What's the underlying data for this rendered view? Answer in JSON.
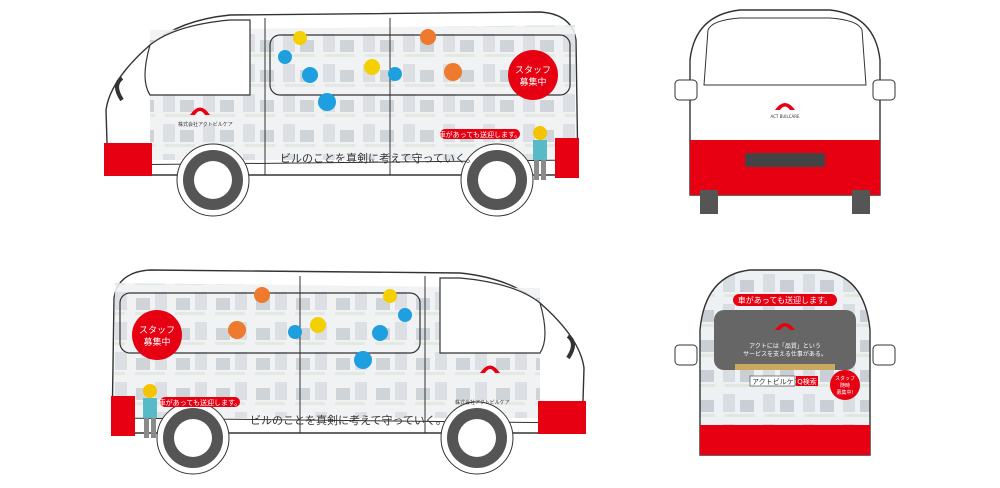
{
  "company_name": "株式会社アクトビルケア",
  "logo_text": "ACT BUILCARE",
  "slogan": "ビルのことを真剣に考えて守っていく。",
  "recruit_badge": [
    "スタッフ",
    "募集中"
  ],
  "pickup_banner": "車があっても送迎します。",
  "rear": {
    "message_line1": "アクトには「品質」という",
    "message_line2": "サービスを支える仕事がある。",
    "search_term": "アクトビルケア",
    "search_button": "Q検索",
    "recruit_badge": [
      "スタッフ",
      "随時",
      "募集中!"
    ]
  },
  "colors": {
    "brand_red": "#e60012",
    "bubble_blue": "#1ea0e0",
    "bubble_yellow": "#f5d000",
    "bubble_orange": "#ee7a2d",
    "rear_panel": "#666666"
  }
}
